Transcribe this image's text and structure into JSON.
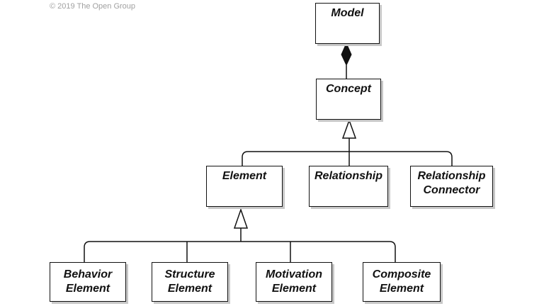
{
  "copyright": "© 2019 The Open Group",
  "nodes": {
    "model": "Model",
    "concept": "Concept",
    "element": "Element",
    "relationship": "Relationship",
    "relationship_connector": "Relationship\nConnector",
    "behavior_element": "Behavior\nElement",
    "structure_element": "Structure\nElement",
    "motivation_element": "Motivation\nElement",
    "composite_element": "Composite\nElement"
  }
}
